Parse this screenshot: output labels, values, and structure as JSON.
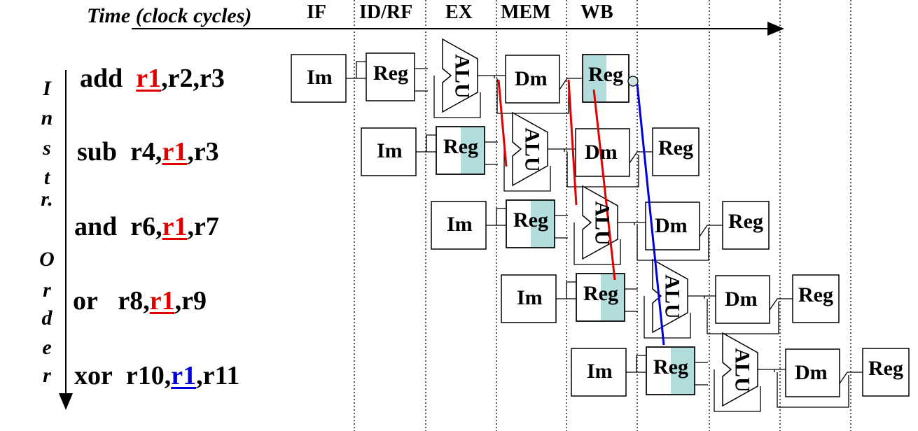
{
  "header": {
    "time_label": "Time (clock cycles)",
    "stages": [
      "IF",
      "ID/RF",
      "EX",
      "MEM",
      "WB"
    ]
  },
  "side_label": [
    "I",
    "n",
    "s",
    "t",
    "r.",
    "O",
    "r",
    "d",
    "e",
    "r"
  ],
  "instructions": [
    {
      "op": "add",
      "pre": " ",
      "reg": "r1",
      "post": ",r2,r3",
      "reg_color": "#e00000"
    },
    {
      "op": "sub",
      "pre": " r4,",
      "reg": "r1",
      "post": ",r3",
      "reg_color": "#e00000"
    },
    {
      "op": "and",
      "pre": " r6,",
      "reg": "r1",
      "post": ",r7",
      "reg_color": "#e00000"
    },
    {
      "op": "or",
      "pre": "  r8,",
      "reg": "r1",
      "post": ",r9",
      "reg_color": "#e00000"
    },
    {
      "op": "xor",
      "pre": " r10,",
      "reg": "r1",
      "post": ",r11",
      "reg_color": "#0000dd"
    }
  ],
  "pipeline_units": {
    "im": "Im",
    "reg": "Reg",
    "alu": "ALU",
    "dm": "Dm"
  },
  "colors": {
    "forward_red": "#e00000",
    "forward_blue": "#0000dd",
    "reg_shade": "#b3dcdc"
  }
}
